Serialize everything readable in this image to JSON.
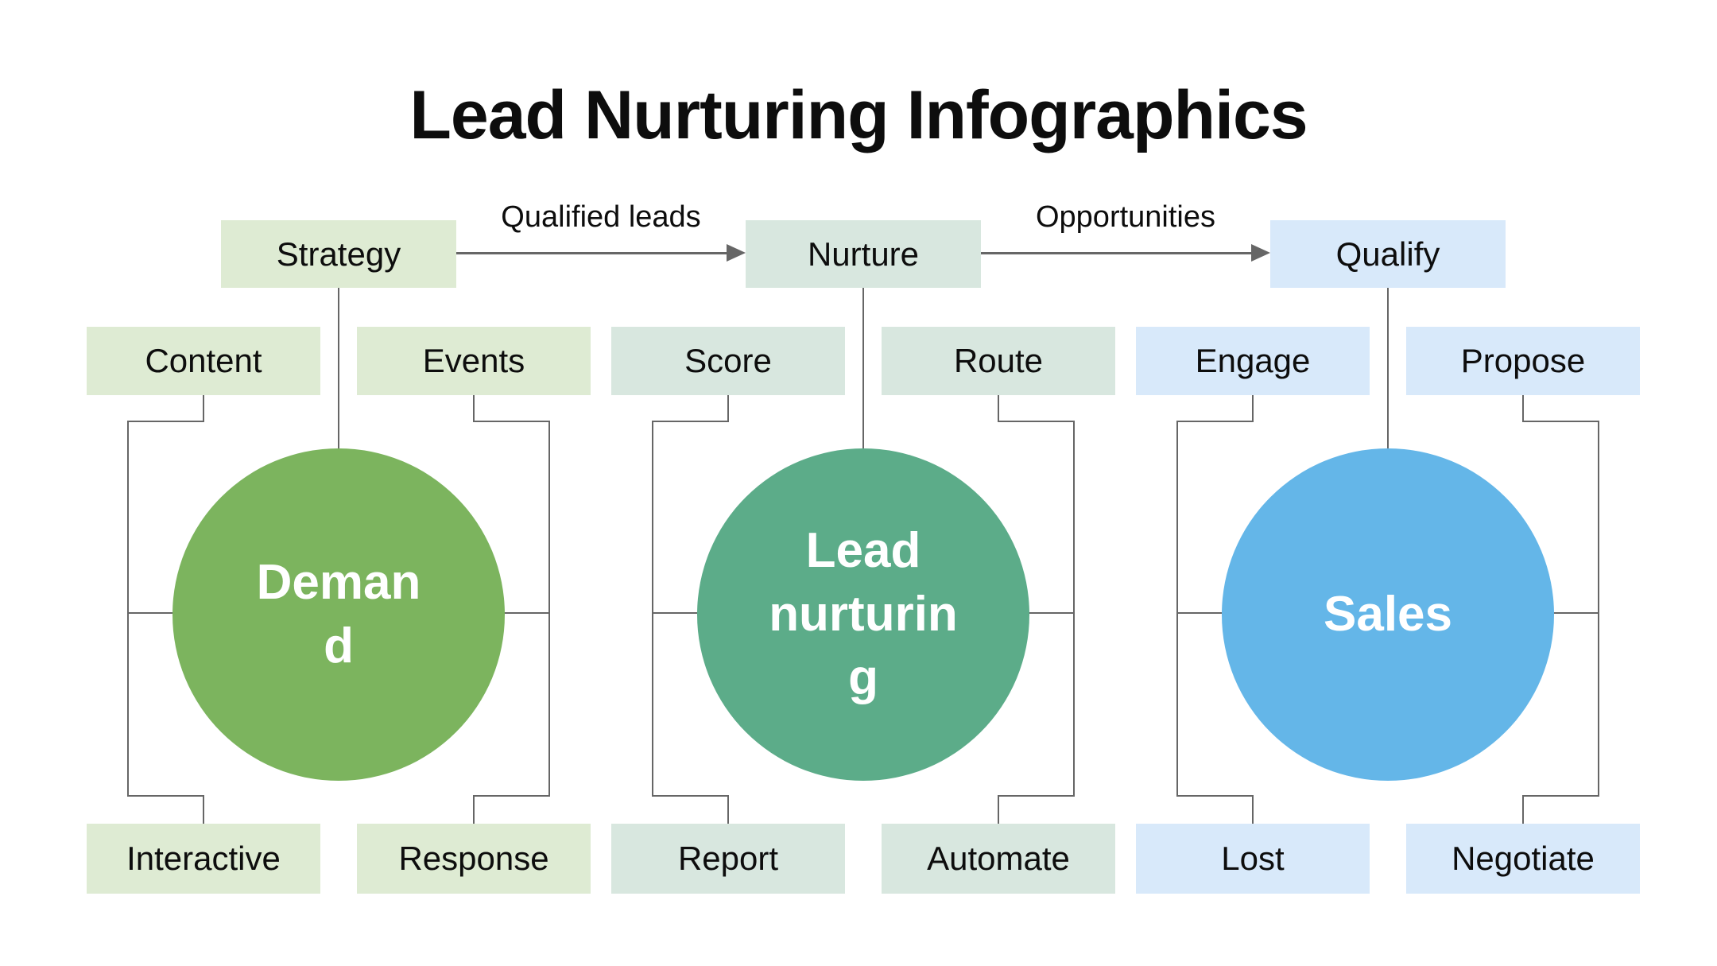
{
  "title": "Lead Nurturing Infographics",
  "colors": {
    "background": "#ffffff",
    "connector_gray": "#666666",
    "label_text": "#0d0d0d",
    "circle_text": "#ffffff"
  },
  "flow": {
    "arrows": [
      {
        "label": "Qualified leads",
        "from": "Strategy",
        "to": "Nurture"
      },
      {
        "label": "Opportunities",
        "from": "Nurture",
        "to": "Qualify"
      }
    ]
  },
  "groups": [
    {
      "stage": "Strategy",
      "circle_label": "Demand",
      "circle_lines": [
        "Deman",
        "d"
      ],
      "circle_color": "#7CB45E",
      "box_color": "#DEEBD3",
      "satellites": {
        "top_left": "Content",
        "top_right": "Events",
        "bottom_left": "Interactive",
        "bottom_right": "Response"
      }
    },
    {
      "stage": "Nurture",
      "circle_label": "Lead nurturing",
      "circle_lines": [
        "Lead",
        "nurturin",
        "g"
      ],
      "circle_color": "#5CAC89",
      "box_color": "#D8E7DF",
      "satellites": {
        "top_left": "Score",
        "top_right": "Route",
        "bottom_left": "Report",
        "bottom_right": "Automate"
      }
    },
    {
      "stage": "Qualify",
      "circle_label": "Sales",
      "circle_lines": [
        "Sales"
      ],
      "circle_color": "#64B6E8",
      "box_color": "#D8E9FA",
      "satellites": {
        "top_left": "Engage",
        "top_right": "Propose",
        "bottom_left": "Lost",
        "bottom_right": "Negotiate"
      }
    }
  ]
}
